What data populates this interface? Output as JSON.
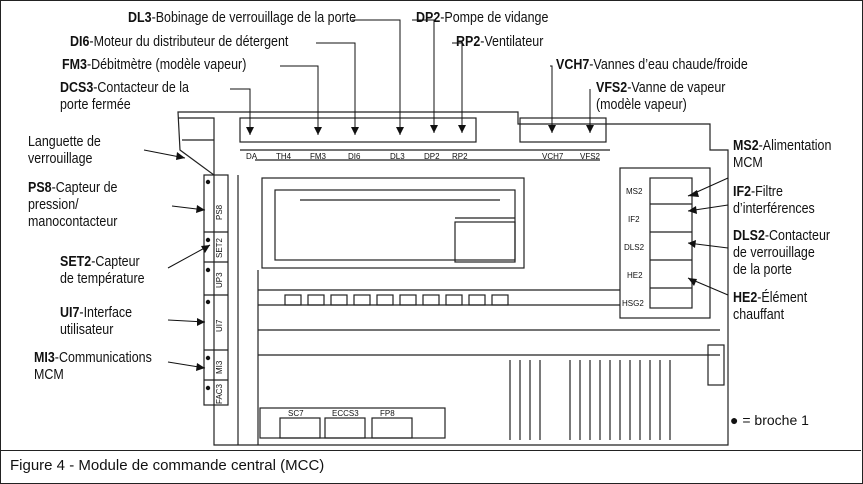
{
  "callouts": {
    "dl3": {
      "code": "DL3",
      "text": "-Bobinage de verrouillage de la porte"
    },
    "di6": {
      "code": "DI6",
      "text": "-Moteur du distributeur de détergent"
    },
    "fm3": {
      "code": "FM3",
      "text": "-Débitmètre (modèle vapeur)"
    },
    "dcs3": {
      "code": "DCS3",
      "text": "-Contacteur de la",
      "line2": "porte fermée"
    },
    "languette": {
      "line1": "Languette de",
      "line2": "verrouillage"
    },
    "ps8": {
      "code": "PS8",
      "text": "-Capteur de",
      "line2": "pression/",
      "line3": "manocontacteur"
    },
    "set2": {
      "code": "SET2",
      "text": "-Capteur",
      "line2": "de température"
    },
    "ui7": {
      "code": "UI7",
      "text": "-Interface",
      "line2": "utilisateur"
    },
    "mi3": {
      "code": "MI3",
      "text": "-Communications",
      "line2": "MCM"
    },
    "dp2": {
      "code": "DP2",
      "text": "-Pompe de vidange"
    },
    "rp2": {
      "code": "RP2",
      "text": "-Ventilateur"
    },
    "vch7": {
      "code": "VCH7",
      "text": "-Vannes d’eau chaude/froide"
    },
    "vfs2": {
      "code": "VFS2",
      "text": "-Vanne de vapeur",
      "line2": "(modèle vapeur)"
    },
    "ms2": {
      "code": "MS2",
      "text": "-Alimentation",
      "line2": "MCM"
    },
    "if2": {
      "code": "IF2",
      "text": "-Filtre",
      "line2": "d’interférences"
    },
    "dls2": {
      "code": "DLS2",
      "text": "-Contacteur",
      "line2": "de verrouillage",
      "line3": "de la porte"
    },
    "he2": {
      "code": "HE2",
      "text": "-Élément",
      "line2": "chauffant"
    }
  },
  "board_labels": {
    "top": [
      "DA",
      "TH4",
      "FM3",
      "DI6",
      "DL3",
      "DP2",
      "RP2",
      "VCH7",
      "VFS2"
    ],
    "left": [
      "PS8",
      "SET2",
      "UP3",
      "UI7",
      "MI3",
      "FAC3"
    ],
    "right": [
      "MS2",
      "IF2",
      "DLS2",
      "HE2",
      "HSG2"
    ],
    "bottom": [
      "SC7",
      "ECCS3",
      "FP8"
    ]
  },
  "legend": {
    "bullet": "●",
    "text": "= broche 1"
  },
  "caption": "Figure 4 - Module de commande central (MCC)"
}
